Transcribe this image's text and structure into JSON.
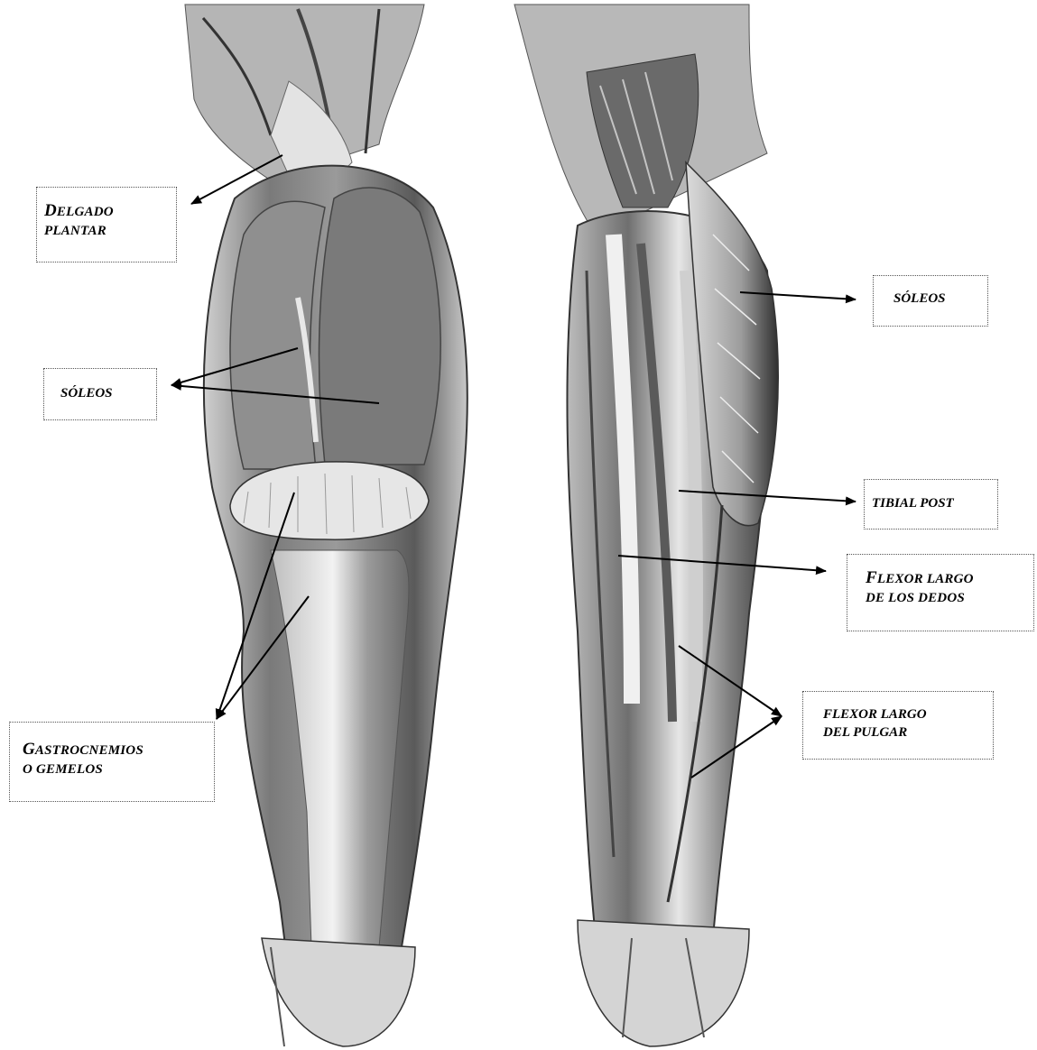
{
  "labels": {
    "delgado_plantar": {
      "line1_cap": "D",
      "line1_rest": "ELGADO",
      "line2": "PLANTAR"
    },
    "soleos_left": {
      "text": "SÓLEOS"
    },
    "gastrocnemios": {
      "line1_cap": "G",
      "line1_rest": "ASTROCNEMIOS",
      "line2": "O GEMELOS"
    },
    "soleos_right": {
      "text": "SÓLEOS"
    },
    "tibial_post": {
      "text": "TIBIAL POST"
    },
    "flexor_largo_dedos": {
      "line1_cap": "F",
      "line1_rest": "LEXOR LARGO",
      "line2": "DE LOS DEDOS"
    },
    "flexor_largo_pulgar": {
      "line1": "FLEXOR LARGO",
      "line2": "DEL PULGAR"
    }
  },
  "colors": {
    "arrow": "#000000",
    "border": "#555555",
    "muscle_dark": "#3a3a3a",
    "muscle_mid": "#8a8a8a",
    "muscle_light": "#d8d8d8"
  }
}
